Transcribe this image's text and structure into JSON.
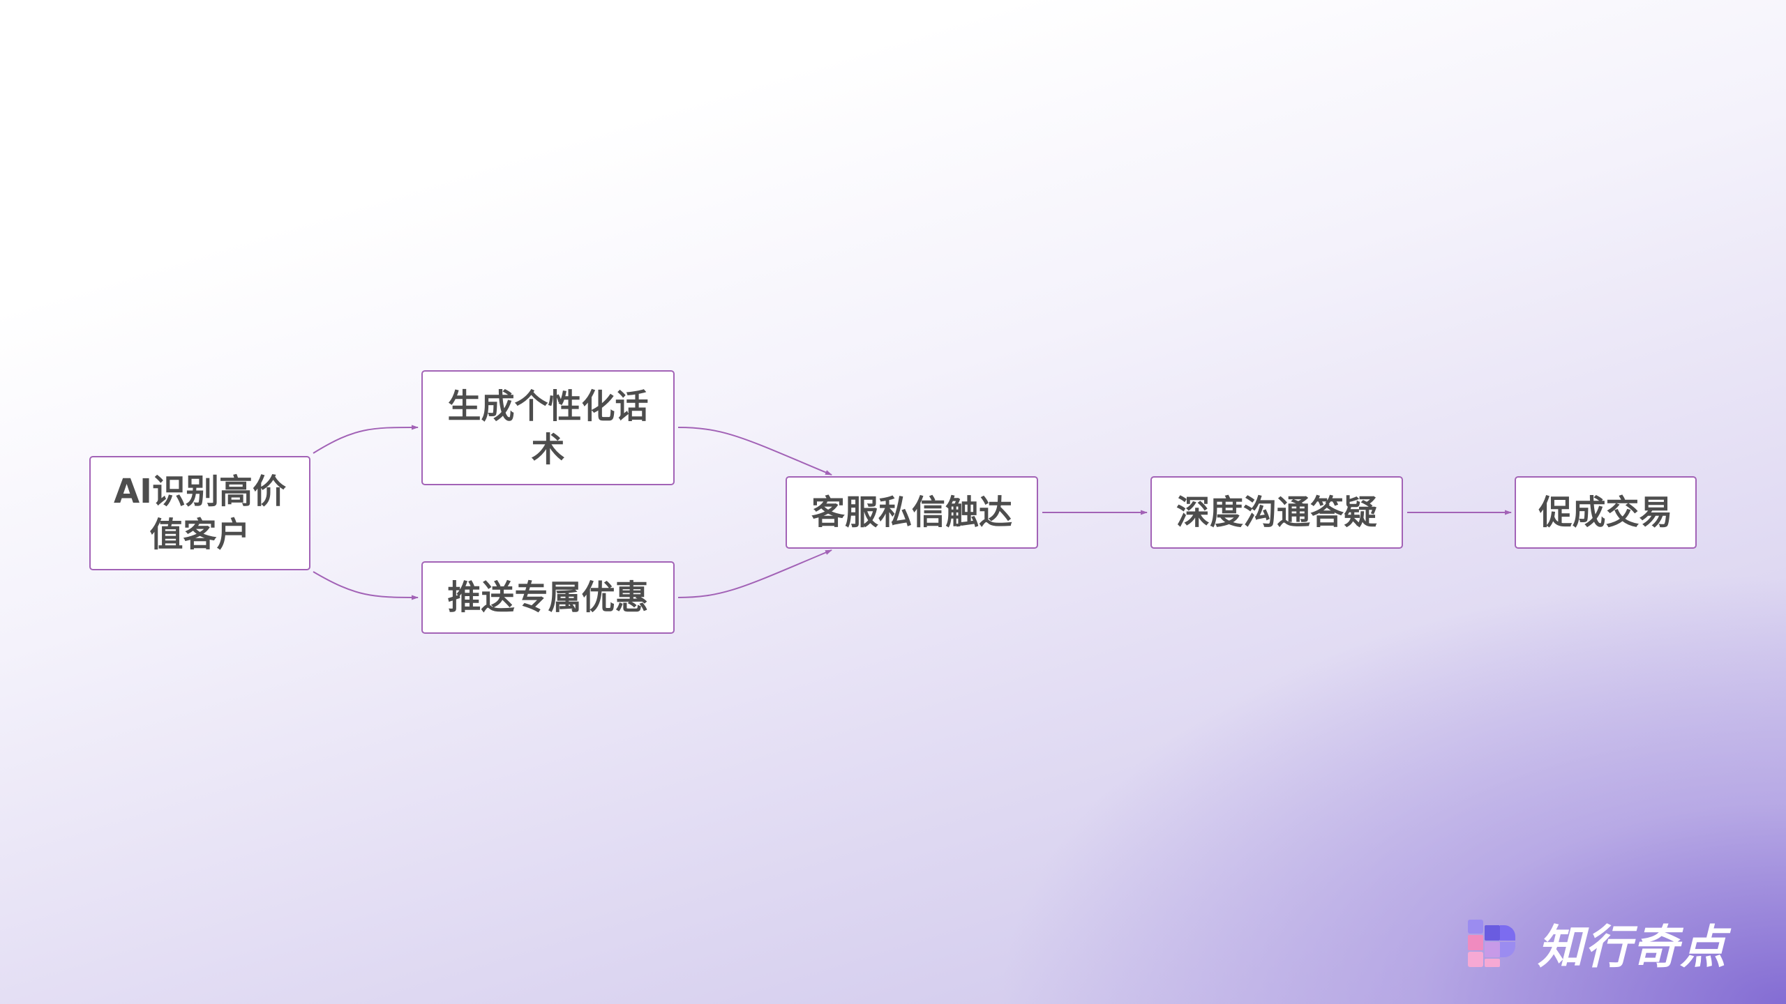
{
  "flowchart": {
    "nodes": [
      {
        "id": "n1",
        "label": "AI识别高价\n值客户"
      },
      {
        "id": "n2",
        "label": "生成个性化话\n术"
      },
      {
        "id": "n3",
        "label": "推送专属优惠"
      },
      {
        "id": "n4",
        "label": "客服私信触达"
      },
      {
        "id": "n5",
        "label": "深度沟通答疑"
      },
      {
        "id": "n6",
        "label": "促成交易"
      }
    ],
    "edges": [
      {
        "from": "n1",
        "to": "n2"
      },
      {
        "from": "n1",
        "to": "n3"
      },
      {
        "from": "n2",
        "to": "n4"
      },
      {
        "from": "n3",
        "to": "n4"
      },
      {
        "from": "n4",
        "to": "n5"
      },
      {
        "from": "n5",
        "to": "n6"
      }
    ],
    "edge_color": "#a262b6",
    "node_border_color": "#a262b6",
    "node_text_color": "#4d4d4d"
  },
  "logo": {
    "text": "知行奇点",
    "icon": "logo-squares-icon",
    "colors": [
      "#9b8cf0",
      "#f08bbf",
      "#6a5ce0",
      "#f6a9d4"
    ]
  }
}
